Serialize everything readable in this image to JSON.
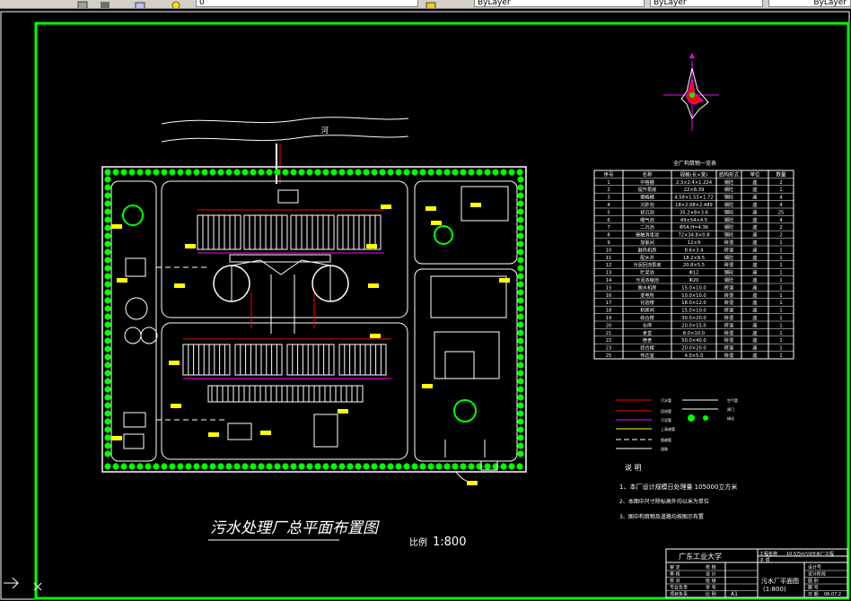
{
  "toolbar": {
    "layer_field": "0",
    "color_field": "ByLayer",
    "linetype_field": "ByLayer",
    "lineweight_field": "ByLayer"
  },
  "drawing": {
    "title": "污水处理厂总平面布置图",
    "scale_label": "比例",
    "scale_value": "1:800",
    "river_label": "河",
    "notes_title": "说 明",
    "notes": [
      "1、本厂设计规模日处理量 105000立方米",
      "2、本图中尺寸除标高外均以米为单位",
      "3、图中构筑物及道路均按图示布置"
    ],
    "table_title": "全厂构筑物一览表",
    "table_headers": [
      "序号",
      "名称",
      "规格(长×宽)",
      "结构形式",
      "单位",
      "数量"
    ],
    "table_rows": [
      [
        "1",
        "中格栅",
        "2.3×2.4×1.224",
        "钢砼",
        "座",
        "2"
      ],
      [
        "2",
        "提升泵房",
        "22×8.39",
        "钢砼",
        "座",
        "1"
      ],
      [
        "3",
        "细格栅",
        "4.58×1.55×1.72",
        "钢砼",
        "座",
        "4"
      ],
      [
        "4",
        "沉砂池",
        "18×2.08×2.489",
        "钢砼",
        "座",
        "4"
      ],
      [
        "5",
        "初沉池",
        "35.2×8×3.6",
        "钢砼",
        "座",
        "25"
      ],
      [
        "6",
        "曝气池",
        "49×54×4.5",
        "钢砼",
        "座",
        "4"
      ],
      [
        "7",
        "二沉池",
        "Φ54,H=4.36",
        "钢砼",
        "座",
        "2"
      ],
      [
        "8",
        "接触消毒池",
        "72×34.8×0.8",
        "钢砼",
        "座",
        "2"
      ],
      [
        "9",
        "加氯间",
        "12×9",
        "砖混",
        "座",
        "1"
      ],
      [
        "10",
        "鼓风机房",
        "8.6×3.4",
        "砖混",
        "座",
        "1"
      ],
      [
        "11",
        "配水井",
        "18.2×8.5",
        "钢砼",
        "座",
        "1"
      ],
      [
        "12",
        "污泥回流泵房",
        "20.8×5.5",
        "砖混",
        "座",
        "1"
      ],
      [
        "13",
        "贮泥池",
        "Φ12",
        "钢砼",
        "座",
        "1"
      ],
      [
        "14",
        "污泥浓缩池",
        "Φ20",
        "钢砼",
        "座",
        "1"
      ],
      [
        "15",
        "脱水机房",
        "15.0×10.0",
        "砖混",
        "座",
        "1"
      ],
      [
        "16",
        "变电所",
        "10.0×10.0",
        "砖混",
        "座",
        "1"
      ],
      [
        "17",
        "化验楼",
        "18.0×12.0",
        "砖混",
        "座",
        "1"
      ],
      [
        "18",
        "机修间",
        "15.0×10.0",
        "砖混",
        "座",
        "1"
      ],
      [
        "19",
        "综合楼",
        "30.0×20.0",
        "砖混",
        "座",
        "1"
      ],
      [
        "20",
        "仓库",
        "20.0×15.0",
        "砖混",
        "座",
        "1"
      ],
      [
        "21",
        "食堂",
        "8.0×10.0",
        "砖混",
        "座",
        "1"
      ],
      [
        "22",
        "宿舍",
        "50.0×40.0",
        "砖混",
        "座",
        "1"
      ],
      [
        "23",
        "综合楼",
        "20.0×20.0",
        "砖混",
        "座",
        "1"
      ],
      [
        "25",
        "传达室",
        "4.0×5.0",
        "砖混",
        "座",
        "1"
      ]
    ],
    "legend": [
      {
        "label": "污水管"
      },
      {
        "label": "回流管"
      },
      {
        "label": "污泥管"
      },
      {
        "label": "上清液管"
      },
      {
        "label": "超越管"
      },
      {
        "label": "空气管"
      },
      {
        "label": "闸门"
      },
      {
        "label": "绿化"
      },
      {
        "label": "道路"
      }
    ],
    "title_block": {
      "school": "广东工业大学",
      "project_label": "工程名称",
      "project_value": "10.5万m³/d污水厂工程",
      "item_label": "子 项",
      "drawing_name": "污水厂平面图",
      "drawing_scale": "(1:800)",
      "rows_left": [
        "审 定",
        "审 核",
        "校 对",
        "专业负责",
        "项目负责"
      ],
      "rows_mid": [
        "校 核",
        "设 计",
        "班 级",
        "学 号",
        "比 例"
      ],
      "scale_cell": "A1",
      "right_labels": [
        "设计号",
        "设计阶段",
        "图 别",
        "图 号",
        "日 期"
      ],
      "date_value": "06.07.2"
    }
  },
  "colors": {
    "frame": "#00ff00",
    "lines": "#ffffff",
    "labels": "#ffff00",
    "pipes_red": "#ff0000",
    "pipes_magenta": "#ff00ff",
    "background": "#000000"
  },
  "icons": [
    "north-arrow-icon",
    "wind-rose-icon",
    "ucs-icon"
  ]
}
